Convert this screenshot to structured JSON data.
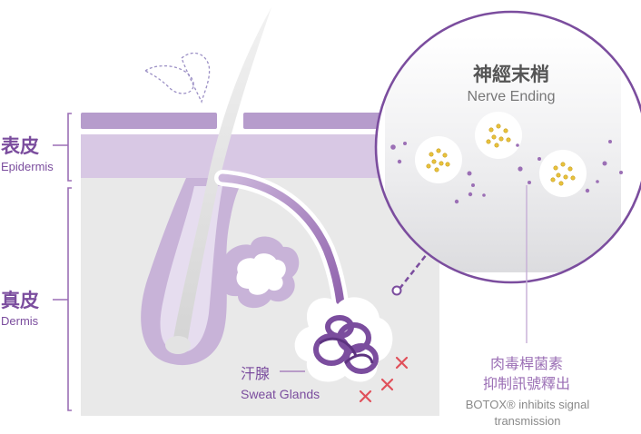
{
  "labels": {
    "epidermis_zh": "表皮",
    "epidermis_en": "Epidermis",
    "dermis_zh": "真皮",
    "dermis_en": "Dermis",
    "sweat_glands_zh": "汗腺",
    "sweat_glands_en": "Sweat Glands",
    "nerve_ending_zh": "神經末梢",
    "nerve_ending_en": "Nerve Ending",
    "botox_zh_line1": "肉毒桿菌素",
    "botox_zh_line2": "抑制訊號釋出",
    "botox_en_line1": "BOTOX® inhibits signal",
    "botox_en_line2": "transmission"
  },
  "colors": {
    "dark_purple": "#7b4d9e",
    "light_purple": "#b69ccc",
    "pale_purple": "#d8c8e4",
    "grey_bg": "#ececec",
    "yellow_dot": "#e8c23c",
    "red_x": "#e0505a"
  },
  "icons": [
    "cross-mark-icon",
    "water-drop-icon"
  ]
}
